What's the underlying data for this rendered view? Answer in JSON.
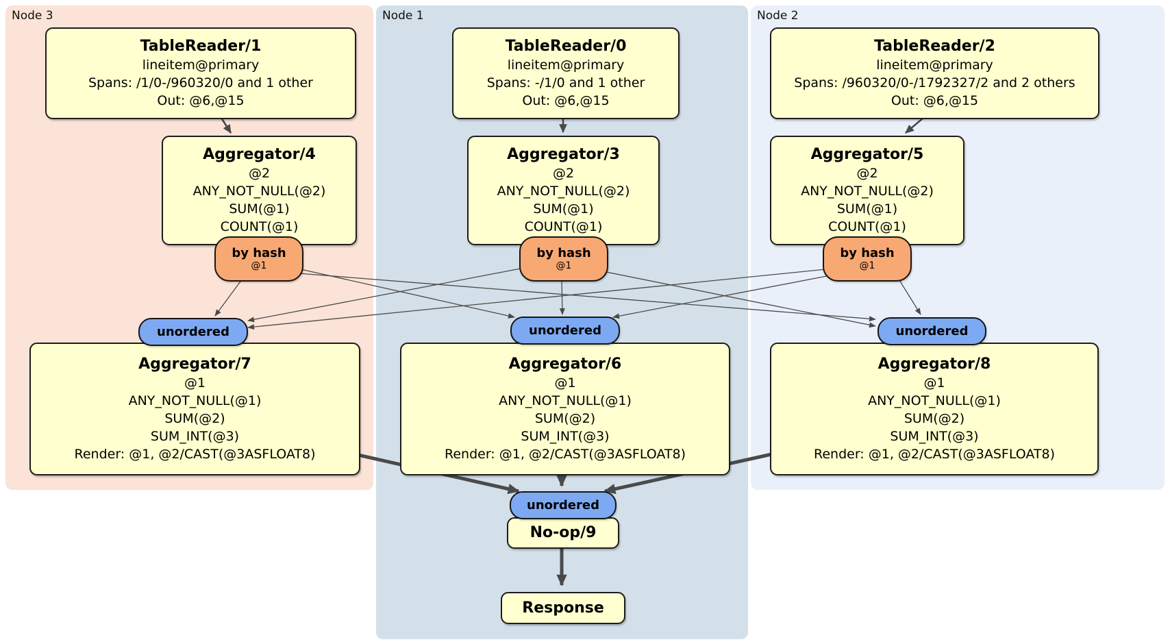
{
  "regions": {
    "node3": {
      "label": "Node 3"
    },
    "node1": {
      "label": "Node 1"
    },
    "node2": {
      "label": "Node 2"
    }
  },
  "boxes": {
    "tr1": {
      "title": "TableReader/1",
      "lines": [
        "lineitem@primary",
        "Spans: /1/0-/960320/0 and 1 other",
        "Out: @6,@15"
      ]
    },
    "tr0": {
      "title": "TableReader/0",
      "lines": [
        "lineitem@primary",
        "Spans: -/1/0 and 1 other",
        "Out: @6,@15"
      ]
    },
    "tr2": {
      "title": "TableReader/2",
      "lines": [
        "lineitem@primary",
        "Spans: /960320/0-/1792327/2 and 2 others",
        "Out: @6,@15"
      ]
    },
    "agg4": {
      "title": "Aggregator/4",
      "lines": [
        "@2",
        "ANY_NOT_NULL(@2)",
        "SUM(@1)",
        "COUNT(@1)"
      ]
    },
    "agg3": {
      "title": "Aggregator/3",
      "lines": [
        "@2",
        "ANY_NOT_NULL(@2)",
        "SUM(@1)",
        "COUNT(@1)"
      ]
    },
    "agg5": {
      "title": "Aggregator/5",
      "lines": [
        "@2",
        "ANY_NOT_NULL(@2)",
        "SUM(@1)",
        "COUNT(@1)"
      ]
    },
    "agg7": {
      "title": "Aggregator/7",
      "lines": [
        "@1",
        "ANY_NOT_NULL(@1)",
        "SUM(@2)",
        "SUM_INT(@3)",
        "Render: @1, @2/CAST(@3ASFLOAT8)"
      ]
    },
    "agg6": {
      "title": "Aggregator/6",
      "lines": [
        "@1",
        "ANY_NOT_NULL(@1)",
        "SUM(@2)",
        "SUM_INT(@3)",
        "Render: @1, @2/CAST(@3ASFLOAT8)"
      ]
    },
    "agg8": {
      "title": "Aggregator/8",
      "lines": [
        "@1",
        "ANY_NOT_NULL(@1)",
        "SUM(@2)",
        "SUM_INT(@3)",
        "Render: @1, @2/CAST(@3ASFLOAT8)"
      ]
    },
    "noop": {
      "title": "No-op/9"
    },
    "response": {
      "title": "Response"
    }
  },
  "badges": {
    "hash3": {
      "label": "by hash",
      "detail": "@1"
    },
    "hash1": {
      "label": "by hash",
      "detail": "@1"
    },
    "hash2": {
      "label": "by hash",
      "detail": "@1"
    },
    "unordered3": {
      "label": "unordered"
    },
    "unordered1": {
      "label": "unordered"
    },
    "unordered2": {
      "label": "unordered"
    },
    "unordered_final": {
      "label": "unordered"
    }
  },
  "colors": {
    "node3_bg": "#fce3d7",
    "node1_bg": "#d3e0e9",
    "node2_bg": "#eaf0fa",
    "box_fill": "#ffffcf",
    "box_border": "#1c1c1c",
    "hash_badge_fill": "#f8a873",
    "unordered_badge_fill": "#7da9f2",
    "edge_color": "#4a4a4a"
  }
}
